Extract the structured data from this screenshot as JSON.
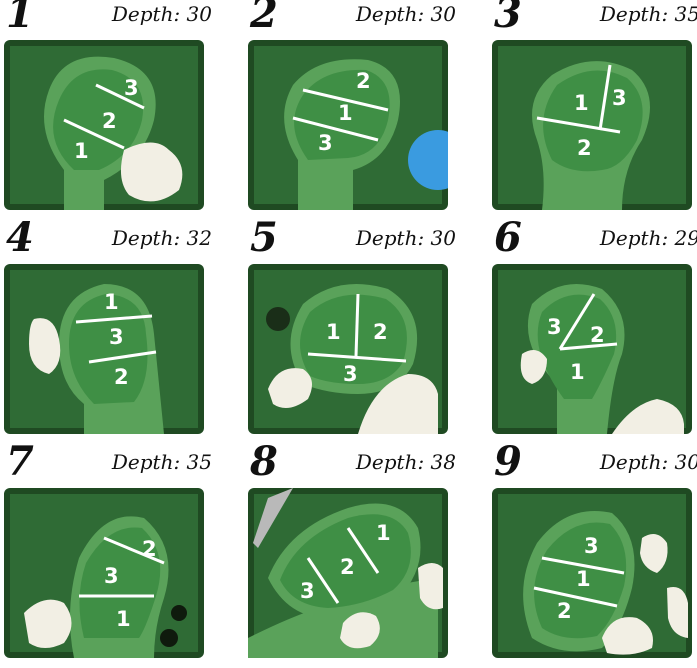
{
  "holes": [
    {
      "number": "1",
      "depth": "Depth: 30",
      "zones": [
        "1",
        "2",
        "3"
      ]
    },
    {
      "number": "2",
      "depth": "Depth: 30",
      "zones": [
        "2",
        "1",
        "3"
      ]
    },
    {
      "number": "3",
      "depth": "Depth: 35",
      "zones": [
        "1",
        "3",
        "2"
      ]
    },
    {
      "number": "4",
      "depth": "Depth: 32",
      "zones": [
        "1",
        "3",
        "2"
      ]
    },
    {
      "number": "5",
      "depth": "Depth: 30",
      "zones": [
        "1",
        "2",
        "3"
      ]
    },
    {
      "number": "6",
      "depth": "Depth: 29",
      "zones": [
        "3",
        "2",
        "1"
      ]
    },
    {
      "number": "7",
      "depth": "Depth: 35",
      "zones": [
        "2",
        "3",
        "1"
      ]
    },
    {
      "number": "8",
      "depth": "Depth: 38",
      "zones": [
        "1",
        "2",
        "3"
      ]
    },
    {
      "number": "9",
      "depth": "Depth: 30",
      "zones": [
        "3",
        "1",
        "2"
      ]
    }
  ],
  "colors": {
    "frame": "#1f4a22",
    "rough": "#2f6b35",
    "fringe": "#5aa25a",
    "green": "#3f8f45",
    "line": "#ffffff",
    "bunker": "#f2efe4",
    "water": "#3a9be0"
  }
}
